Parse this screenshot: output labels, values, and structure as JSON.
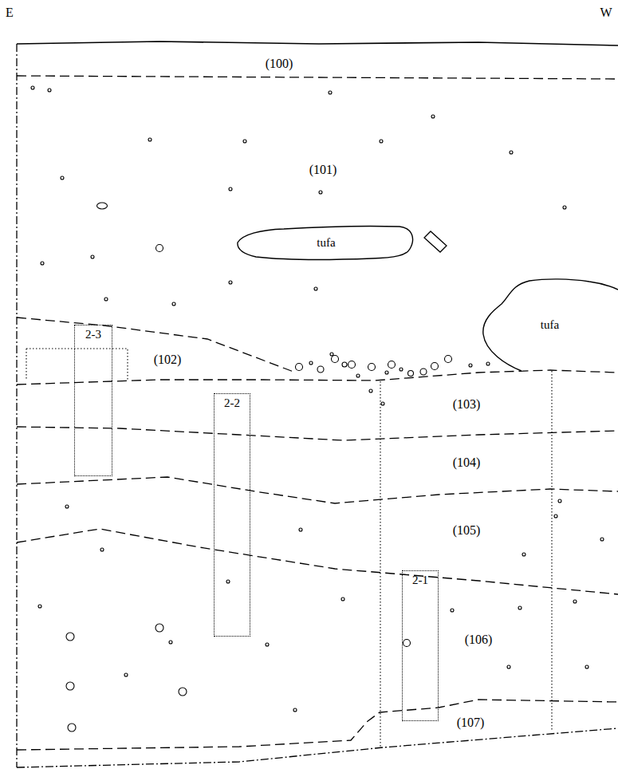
{
  "diagram": {
    "nodes": [
      {
        "text": [
          "tufa"
        ]
      },
      {
        "text": [
          "tufa"
        ]
      },
      {
        "text": [
          "2-3"
        ]
      },
      {
        "text": [
          "2-2"
        ]
      },
      {
        "text": [
          "2-1"
        ]
      }
    ],
    "labels": [
      "E",
      "W",
      "(100)",
      "(101)",
      "(102)",
      "(103)",
      "(104)",
      "(105)",
      "(106)",
      "(107)"
    ]
  }
}
